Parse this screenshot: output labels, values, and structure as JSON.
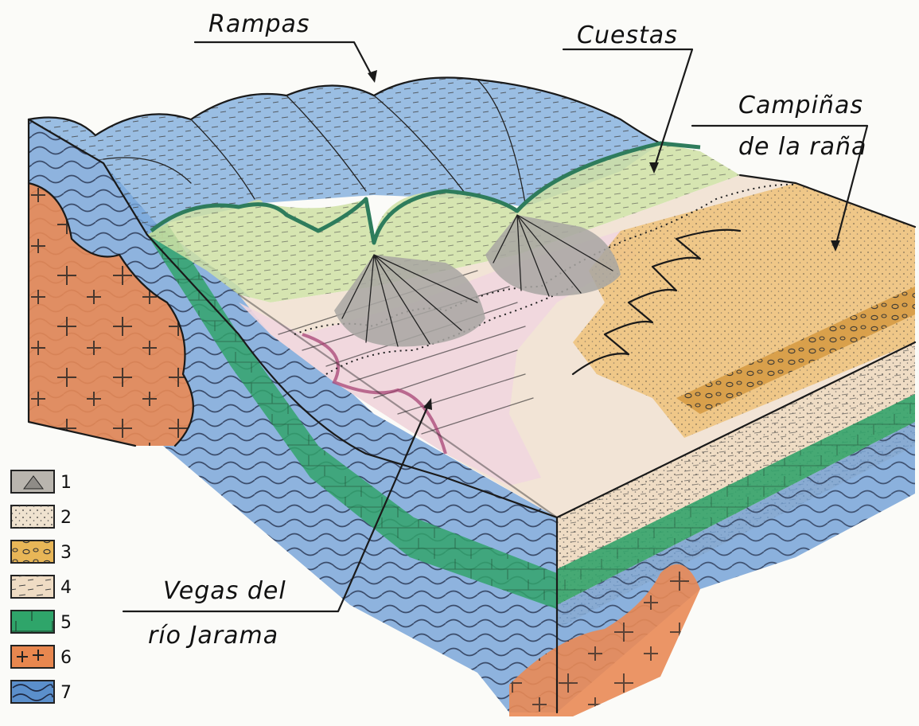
{
  "labels": {
    "rampas": "Rampas",
    "cuestas": "Cuestas",
    "campinas_line1": "Campiñas",
    "campinas_line2": "de la raña",
    "vegas_line1": "Vegas del",
    "vegas_line2": "río Jarama"
  },
  "legend": {
    "items": [
      {
        "number": "1",
        "color": "#b9b5ae"
      },
      {
        "number": "2",
        "color": "#efe2cf"
      },
      {
        "number": "3",
        "color": "#e8b657"
      },
      {
        "number": "4",
        "color": "#efdcc4"
      },
      {
        "number": "5",
        "color": "#2fa56a"
      },
      {
        "number": "6",
        "color": "#e8874f"
      },
      {
        "number": "7",
        "color": "#5b8fcb"
      }
    ]
  },
  "colors": {
    "schist_blue": "#6f9fd6",
    "granite_orange": "#e98a55",
    "limestone_green": "#33a36c",
    "terrace_sand": "#efdcc4",
    "rana_yellow": "#eec27a",
    "cuesta_green": "#cfe0a4",
    "fan_grey": "#a8a6a2",
    "floodplain_pink": "#f3dde3"
  }
}
